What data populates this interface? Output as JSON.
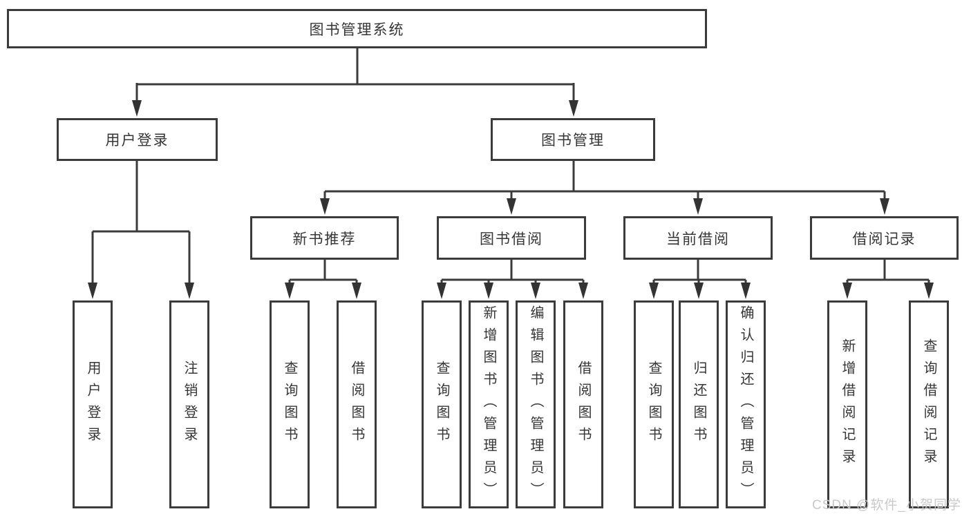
{
  "diagram": {
    "title": "图书管理系统",
    "branches": [
      {
        "label": "用户登录",
        "children": [
          "用户登录",
          "注销登录"
        ]
      },
      {
        "label": "图书管理",
        "sections": [
          {
            "label": "新书推荐",
            "children": [
              "查询图书",
              "借阅图书"
            ]
          },
          {
            "label": "图书借阅",
            "children": [
              "查询图书",
              "新增图书（管理员）",
              "编辑图书（管理员）",
              "借阅图书"
            ]
          },
          {
            "label": "当前借阅",
            "children": [
              "查询图书",
              "归还图书",
              "确认归还（管理员）"
            ]
          },
          {
            "label": "借阅记录",
            "children": [
              "新增借阅记录",
              "查询借阅记录"
            ]
          }
        ]
      }
    ],
    "colors": {
      "line": "#3b3b3b",
      "box_border": "#3b3b3b",
      "box_fill": "#ffffff",
      "text": "#363636",
      "watermark": "#c9c9c9"
    }
  },
  "watermark": {
    "text": "CSDN @软件_小贺同学"
  }
}
